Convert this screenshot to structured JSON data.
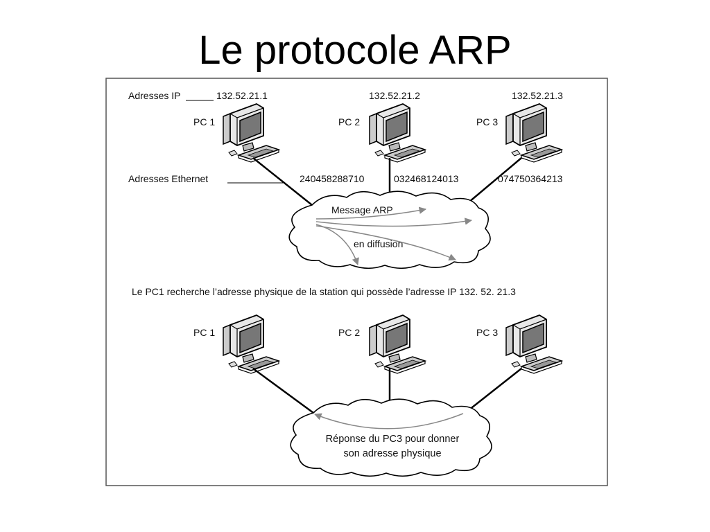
{
  "title": "Le protocole ARP",
  "top": {
    "ip_label": "Adresses IP",
    "eth_label": "Adresses Ethernet",
    "pcs": [
      {
        "name": "PC 1",
        "ip": "132.52.21.1",
        "mac": "240458288710"
      },
      {
        "name": "PC 2",
        "ip": "132.52.21.2",
        "mac": "032468124013"
      },
      {
        "name": "PC 3",
        "ip": "132.52.21.3",
        "mac": "074750364213"
      }
    ],
    "cloud_line1": "Message ARP",
    "cloud_line2": "en diffusion"
  },
  "caption": "Le PC1 recherche l’adresse physique de la station qui possède l’adresse IP 132. 52. 21.3",
  "bottom": {
    "pcs": [
      {
        "name": "PC 1"
      },
      {
        "name": "PC 2"
      },
      {
        "name": "PC 3"
      }
    ],
    "cloud_line1": "Réponse du PC3 pour donner",
    "cloud_line2": "son adresse physique"
  }
}
